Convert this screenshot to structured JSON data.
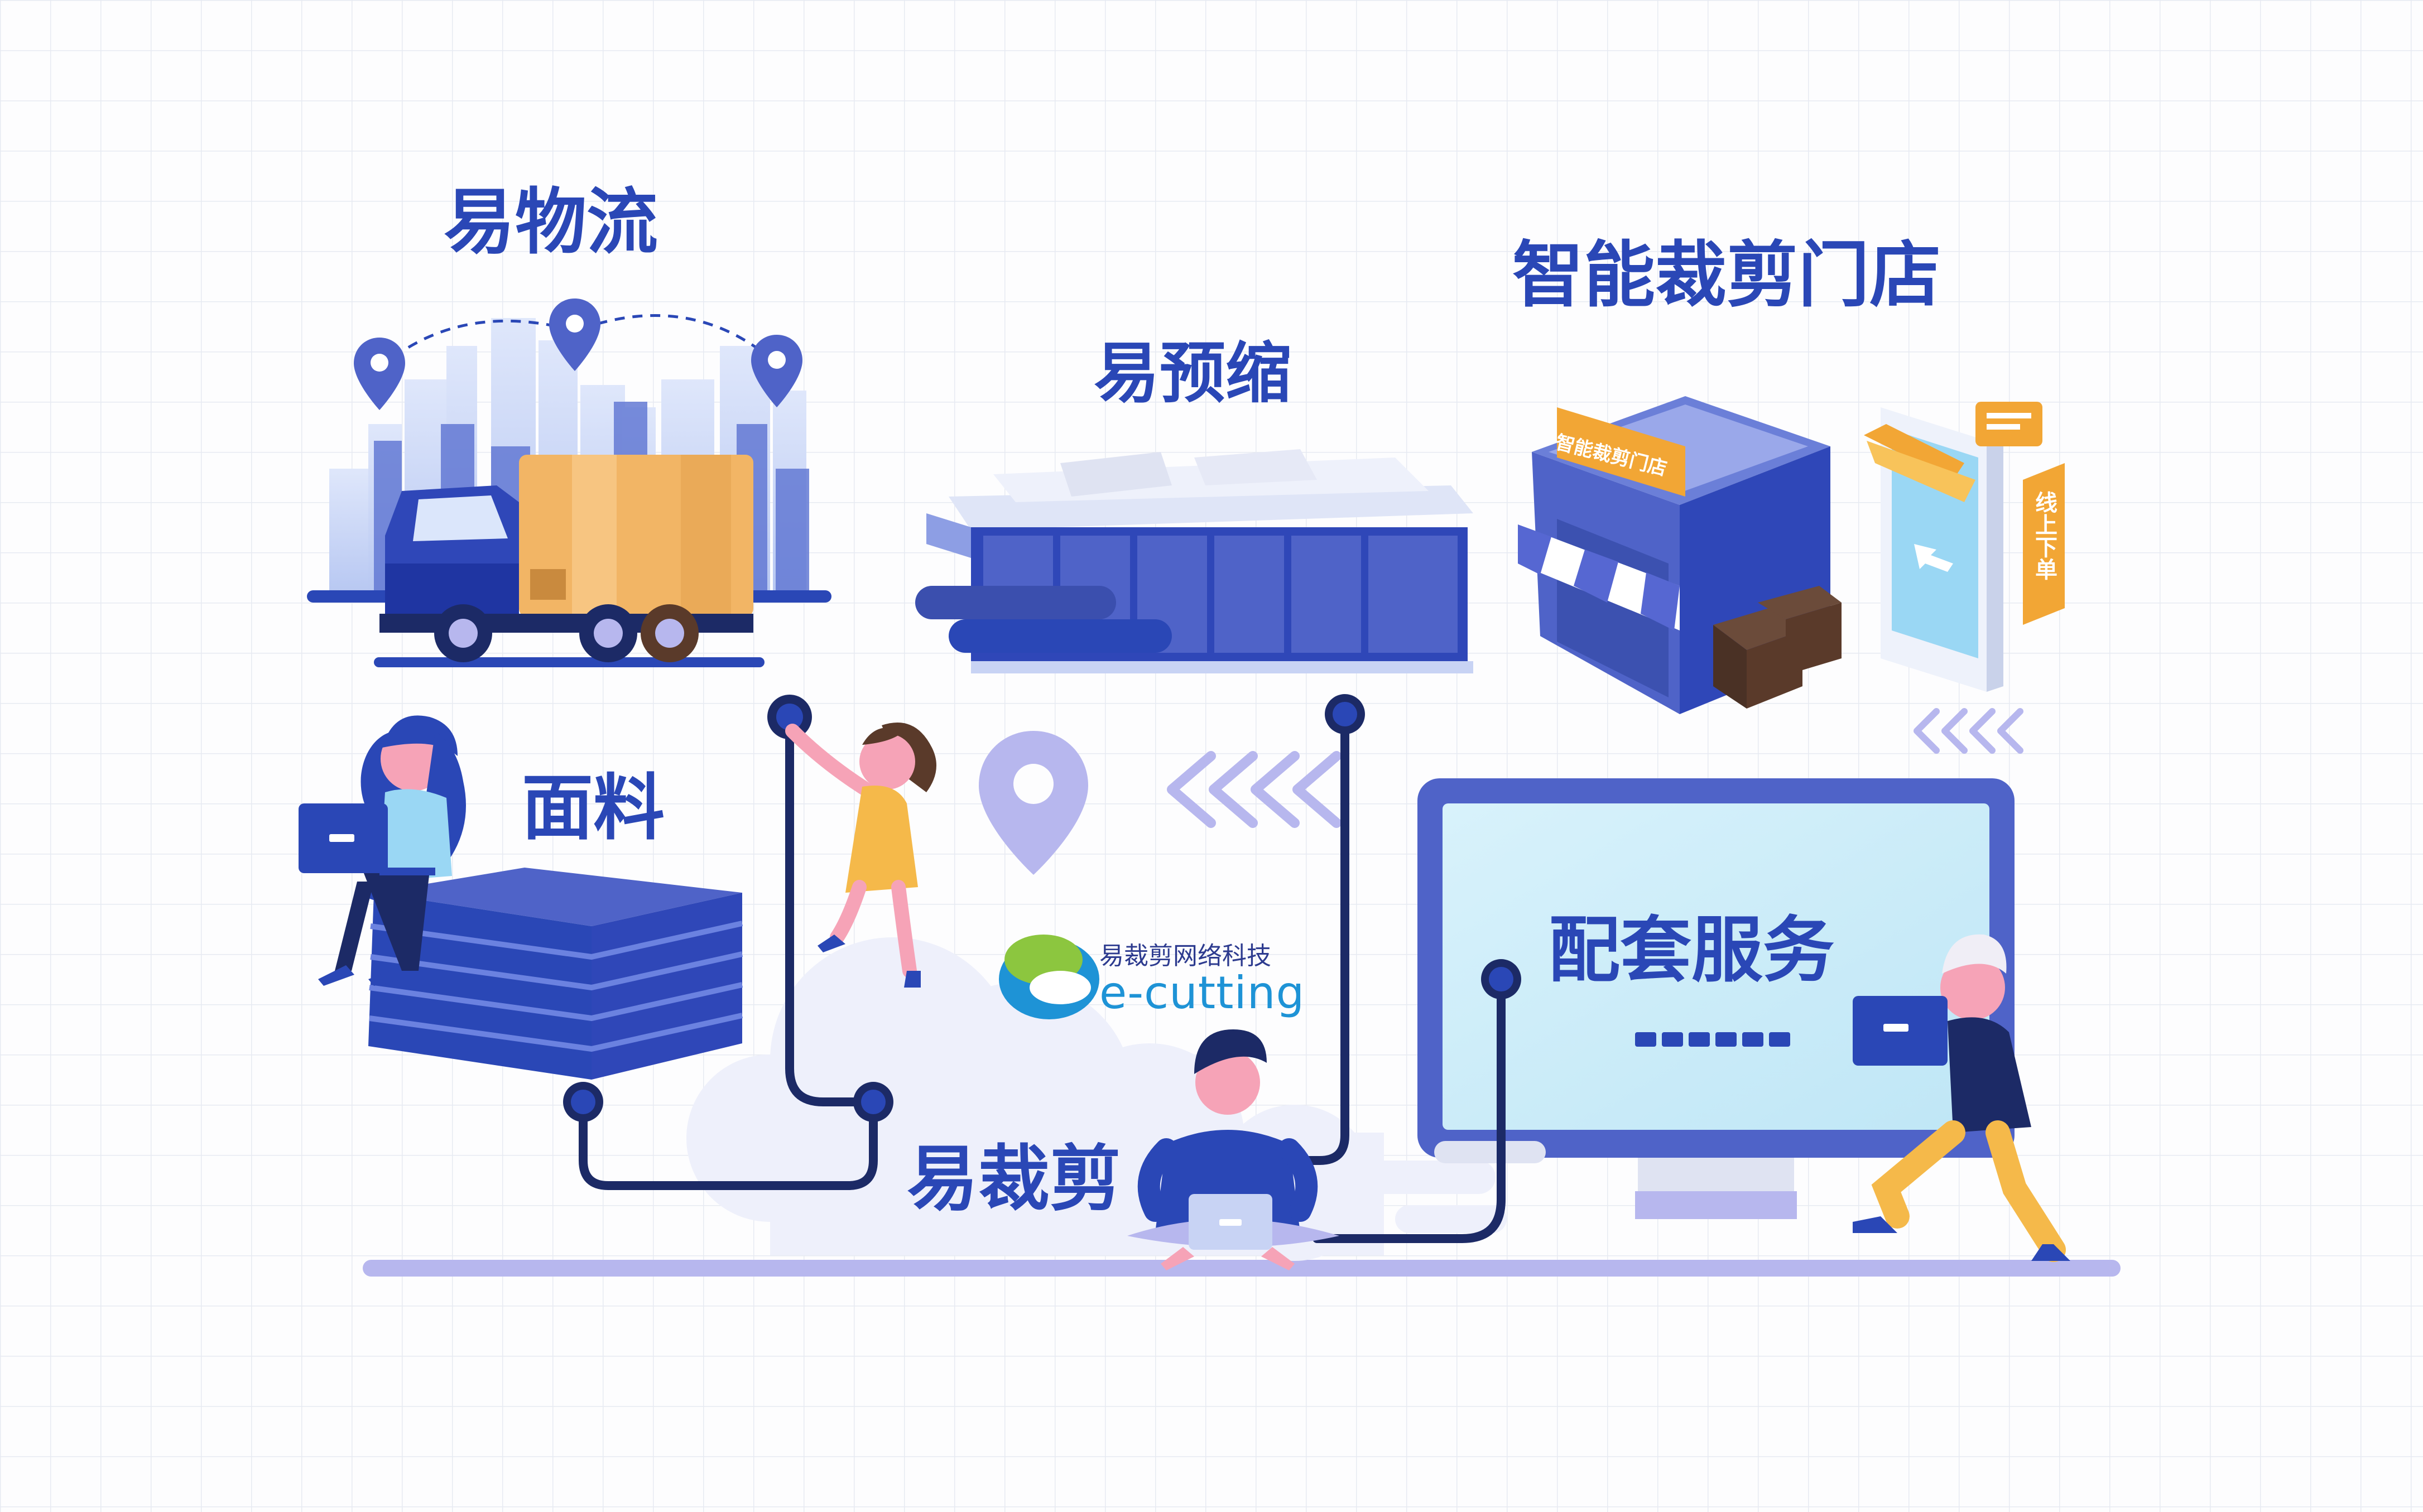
{
  "diagram": {
    "labels": {
      "logistics": "易物流",
      "preshrink": "易预缩",
      "smart_store": "智能裁剪门店",
      "fabric": "面料",
      "support_service": "配套服务",
      "cutting": "易裁剪"
    },
    "brand": {
      "chinese_name": "易裁剪网络科技",
      "english_name": "e-cutting"
    },
    "store_sign": "智能裁剪门店",
    "phone_tag": "线上下单"
  },
  "colors": {
    "primary_blue": "#2a47b6",
    "accent_blue": "#4f63c8",
    "light_blue": "#c8d3f4",
    "lavender": "#b7b7ee",
    "cardboard": "#f2b565",
    "cable": "#1c2a66",
    "skin": "#f6a3b7",
    "yellow": "#f5b94a",
    "brown": "#5a3a2a",
    "grid": "#e7eaf2"
  },
  "icons": [
    "location-pin-icon",
    "chevron-left-arrows-icon",
    "truck-icon",
    "factory-machine-icon",
    "storefront-icon",
    "smartphone-icon",
    "laptop-icon",
    "monitor-icon",
    "fabric-stack-icon",
    "cloud-icon",
    "person-icon"
  ]
}
